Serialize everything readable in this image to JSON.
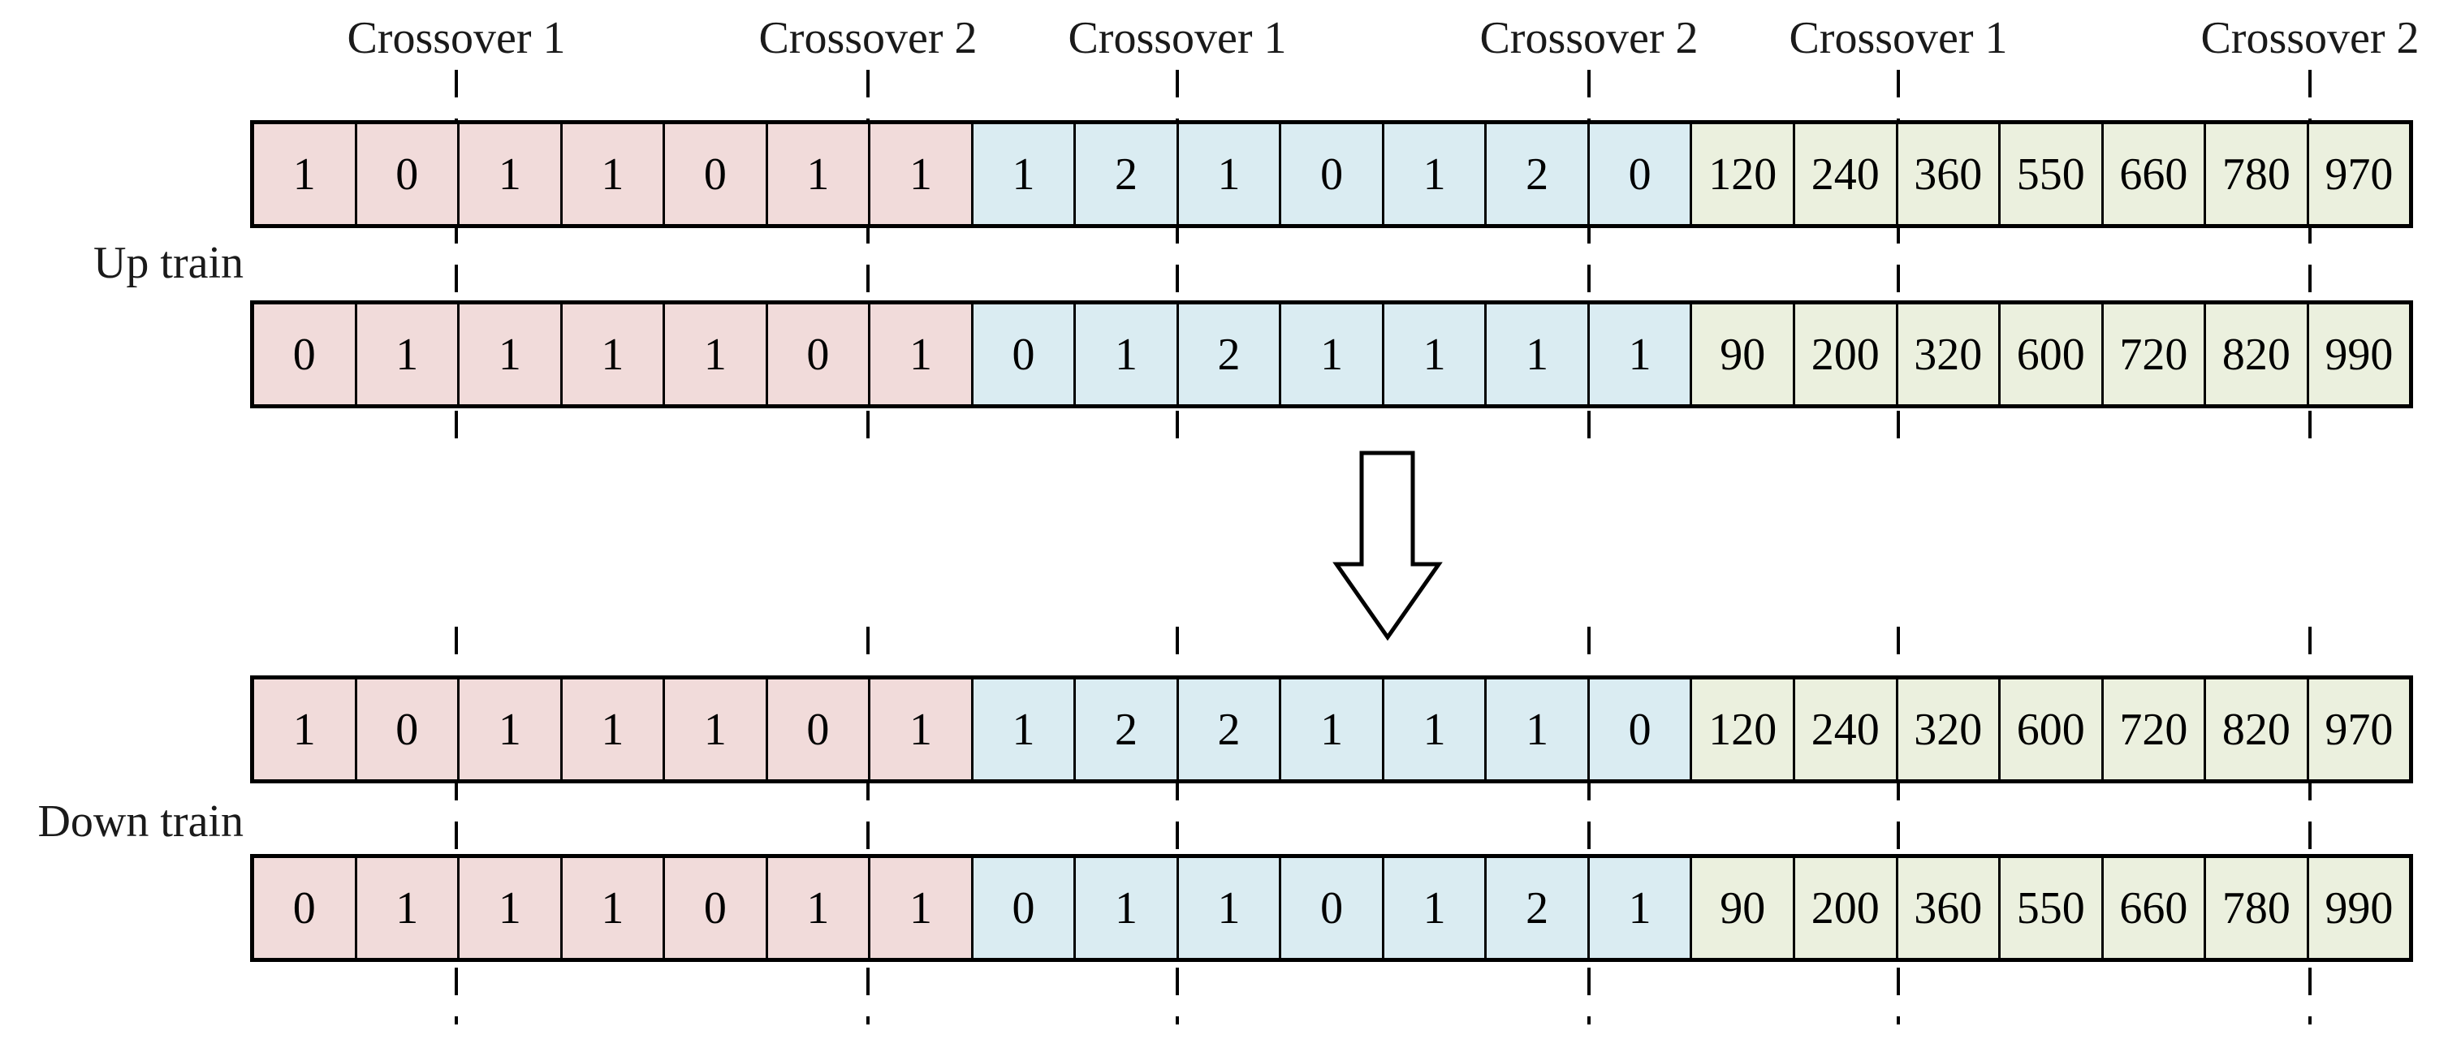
{
  "crossover_labels": [
    "Crossover 1",
    "Crossover 2",
    "Crossover 1",
    "Crossover 2",
    "Crossover 1",
    "Crossover 2"
  ],
  "section_sizes": [
    7,
    7,
    7
  ],
  "trains": [
    {
      "label": "Up train",
      "rows": [
        {
          "cells": [
            "1",
            "0",
            "1",
            "1",
            "0",
            "1",
            "1",
            "1",
            "2",
            "1",
            "0",
            "1",
            "2",
            "0",
            "120",
            "240",
            "360",
            "550",
            "660",
            "780",
            "970"
          ]
        },
        {
          "cells": [
            "0",
            "1",
            "1",
            "1",
            "1",
            "0",
            "1",
            "0",
            "1",
            "2",
            "1",
            "1",
            "1",
            "1",
            "90",
            "200",
            "320",
            "600",
            "720",
            "820",
            "990"
          ]
        }
      ]
    },
    {
      "label": "Down train",
      "rows": [
        {
          "cells": [
            "1",
            "0",
            "1",
            "1",
            "1",
            "0",
            "1",
            "1",
            "2",
            "2",
            "1",
            "1",
            "1",
            "0",
            "120",
            "240",
            "320",
            "600",
            "720",
            "820",
            "970"
          ]
        },
        {
          "cells": [
            "0",
            "1",
            "1",
            "1",
            "0",
            "1",
            "1",
            "0",
            "1",
            "1",
            "0",
            "1",
            "2",
            "1",
            "90",
            "200",
            "360",
            "550",
            "660",
            "780",
            "990"
          ]
        }
      ]
    }
  ],
  "colors": {
    "pink": "#F1DBDA",
    "blue": "#DAECF2",
    "green": "#EBF0DE",
    "border": "#000000"
  },
  "icons": {
    "transform_arrow": "down-arrow"
  }
}
